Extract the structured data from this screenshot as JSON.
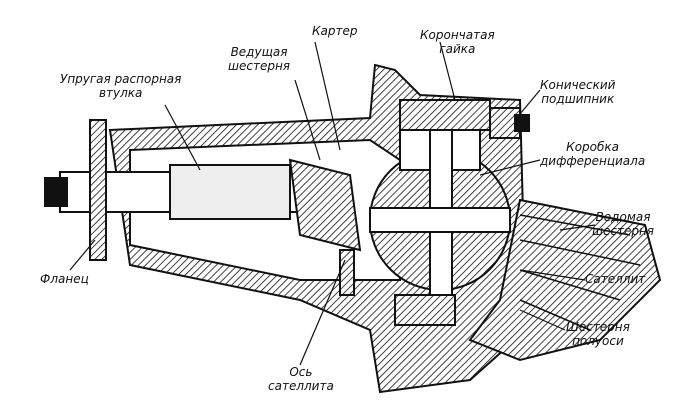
{
  "diagram": {
    "labels": {
      "karter": "Картер",
      "nut_l1": "Корончатая",
      "nut_l2": "гайка",
      "drive_l1": "Ведущая",
      "drive_l2": "шестерня",
      "sleeve_l1": "Упругая распорная",
      "sleeve_l2": "втулка",
      "bearing_l1": "Конический",
      "bearing_l2": "подшипник",
      "diffbox_l1": "Коробка",
      "diffbox_l2": "дифференциала",
      "driven_l1": "Ведомая",
      "driven_l2": "шестерня",
      "satellite": "Сателлит",
      "axle_l1": "Шестерня",
      "axle_l2": "полуоси",
      "pin_l1": "Ось",
      "pin_l2": "сателлита",
      "flange": "Фланец"
    },
    "colors": {
      "ink": "#111111",
      "paper": "#ffffff"
    }
  }
}
